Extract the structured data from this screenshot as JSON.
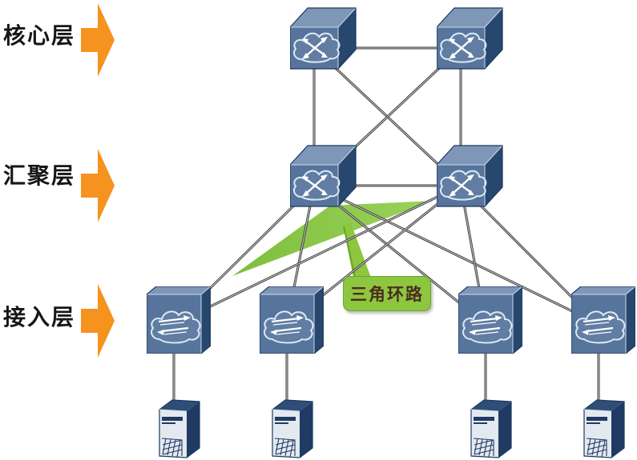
{
  "diagram": {
    "kind": "campus-network-topology",
    "background": "#ffffff"
  },
  "layers": [
    {
      "id": "core",
      "label": "核心层"
    },
    {
      "id": "aggregation",
      "label": "汇聚层"
    },
    {
      "id": "access",
      "label": "接入层"
    }
  ],
  "callout": {
    "text": "三角环路"
  },
  "highlight": {
    "shape": "triangle",
    "nodes": [
      "agg-switch-1",
      "agg-switch-2",
      "access-switch-1"
    ],
    "color": "#8DC63F"
  },
  "nodes": [
    {
      "id": "core-router-1",
      "type": "router",
      "layer": "core"
    },
    {
      "id": "core-router-2",
      "type": "router",
      "layer": "core"
    },
    {
      "id": "agg-switch-1",
      "type": "router",
      "layer": "aggregation"
    },
    {
      "id": "agg-switch-2",
      "type": "router",
      "layer": "aggregation"
    },
    {
      "id": "access-switch-1",
      "type": "switch",
      "layer": "access"
    },
    {
      "id": "access-switch-2",
      "type": "switch",
      "layer": "access"
    },
    {
      "id": "access-switch-3",
      "type": "switch",
      "layer": "access"
    },
    {
      "id": "access-switch-4",
      "type": "switch",
      "layer": "access"
    },
    {
      "id": "server-1",
      "type": "server",
      "layer": "endpoint"
    },
    {
      "id": "server-2",
      "type": "server",
      "layer": "endpoint"
    },
    {
      "id": "server-3",
      "type": "server",
      "layer": "endpoint"
    },
    {
      "id": "server-4",
      "type": "server",
      "layer": "endpoint"
    }
  ],
  "links": [
    [
      "core-router-1",
      "core-router-2"
    ],
    [
      "agg-switch-1",
      "agg-switch-2"
    ],
    [
      "core-router-1",
      "agg-switch-1"
    ],
    [
      "core-router-2",
      "agg-switch-2"
    ],
    [
      "core-router-1",
      "agg-switch-2"
    ],
    [
      "core-router-2",
      "agg-switch-1"
    ],
    [
      "agg-switch-1",
      "access-switch-1"
    ],
    [
      "agg-switch-1",
      "access-switch-2"
    ],
    [
      "agg-switch-1",
      "access-switch-3"
    ],
    [
      "agg-switch-1",
      "access-switch-4"
    ],
    [
      "agg-switch-2",
      "access-switch-1"
    ],
    [
      "agg-switch-2",
      "access-switch-2"
    ],
    [
      "agg-switch-2",
      "access-switch-3"
    ],
    [
      "agg-switch-2",
      "access-switch-4"
    ],
    [
      "access-switch-1",
      "server-1"
    ],
    [
      "access-switch-2",
      "server-2"
    ],
    [
      "access-switch-3",
      "server-3"
    ],
    [
      "access-switch-4",
      "server-4"
    ]
  ],
  "icons": {
    "router": "cloud-crossed-arrows-icon",
    "switch": "cloud-exchange-arrows-icon",
    "server": "tower-server-icon",
    "layer_marker": "right-block-arrow-icon"
  },
  "colors": {
    "bg": "#ffffff",
    "orange": "#F6921E",
    "green": "#8DC63F",
    "green-edge": "#69A52F",
    "tri-green-1": "#7FBE3D",
    "tri-green-2": "#9BD25A",
    "box-front": "#56749C",
    "box-top": "#7E97B8",
    "box-side": "#28476F",
    "box-outline": "#1C3A5E",
    "face-edge": "#CBDCEA",
    "cloud-stroke": "#DCE9F4",
    "line-dark": "#3B3B3B",
    "line-light": "#C8C8C8",
    "server-front": "#E4E9F0",
    "server-side": "#1F3B64",
    "server-top": "#2E4E78",
    "callout-text": "#4A2D1E",
    "label-text": "#161616"
  }
}
